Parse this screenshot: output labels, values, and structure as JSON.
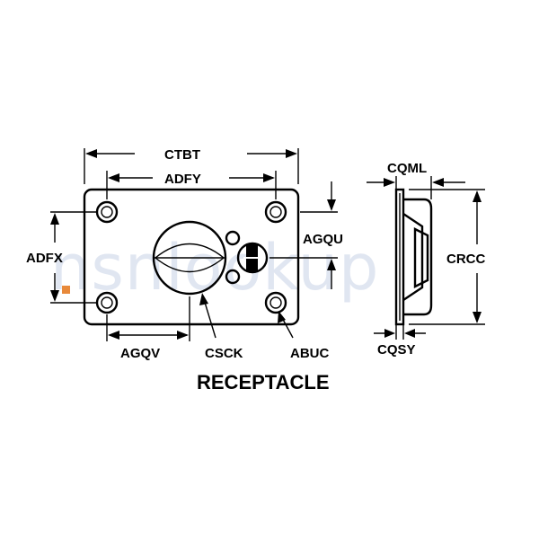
{
  "watermark": "nsnlookup",
  "title": "RECEPTACLE",
  "dimensions": {
    "overall_length": "CTBT",
    "hole_spacing_horizontal": "ADFY",
    "hole_spacing_vertical": "ADFX",
    "mounting_hole_offset": "AGQV",
    "stud_offset": "AGQU",
    "stud_hole": "CSCK",
    "mounting_hole_diameter": "ABUC",
    "side_width": "CQML",
    "plate_thickness": "CQSY",
    "side_height": "CRCC"
  },
  "colors": {
    "line": "#000000",
    "background": "#ffffff",
    "watermark": "#c8d2e6",
    "watermark_accent": "#e8893a"
  }
}
